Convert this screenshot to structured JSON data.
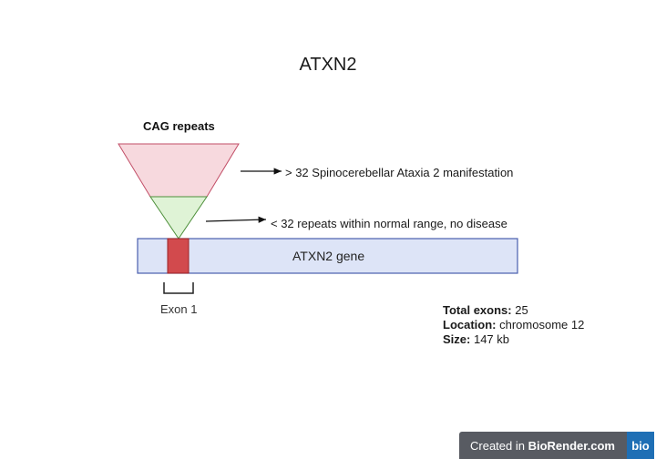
{
  "title": "ATXN2",
  "cag_label": "CAG repeats",
  "annotations": {
    "expanded": "> 32 Spinocerebellar Ataxia 2 manifestation",
    "normal": "< 32 repeats within normal range, no disease"
  },
  "gene_label": "ATXN2 gene",
  "exon_label": "Exon 1",
  "info": {
    "exons_label": "Total exons:",
    "exons_value": "25",
    "location_label": "Location:",
    "location_value": "chromosome 12",
    "size_label": "Size:",
    "size_value": "147 kb"
  },
  "badge": {
    "prefix": "Created in ",
    "brand": "BioRender.com",
    "logo": "bio"
  },
  "colors": {
    "triangle_top": "#f7d9de",
    "triangle_top_stroke": "#c24e67",
    "triangle_bottom": "#dff3d6",
    "triangle_bottom_stroke": "#4d8f3a",
    "gene_fill": "#dde4f7",
    "gene_stroke": "#4a5fae",
    "exon_fill": "#d24a4d",
    "exon_stroke": "#9b2226"
  }
}
